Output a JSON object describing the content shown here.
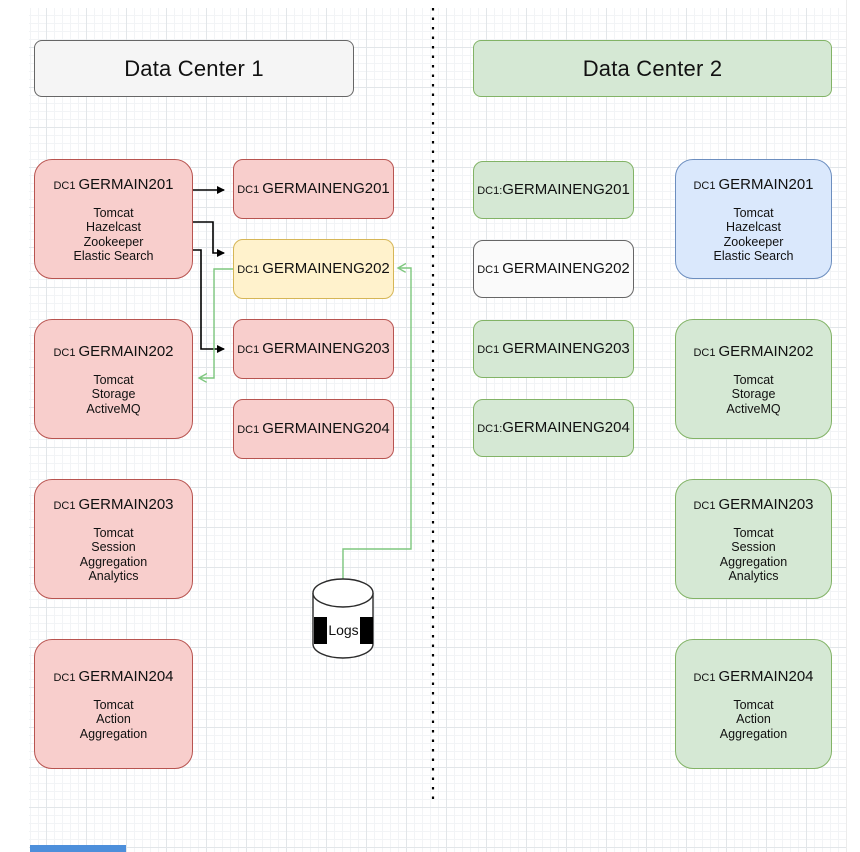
{
  "headers": {
    "dc1": "Data Center 1",
    "dc2": "Data Center 2"
  },
  "dc1_servers": [
    {
      "prefix": "DC1",
      "name": "GERMAIN201",
      "services": [
        "Tomcat",
        "Hazelcast",
        "Zookeeper",
        "Elastic Search"
      ]
    },
    {
      "prefix": "DC1",
      "name": "GERMAIN202",
      "services": [
        "Tomcat",
        "Storage",
        "ActiveMQ"
      ]
    },
    {
      "prefix": "DC1",
      "name": "GERMAIN203",
      "services": [
        "Tomcat",
        "Session",
        "Aggregation",
        "Analytics"
      ]
    },
    {
      "prefix": "DC1",
      "name": "GERMAIN204",
      "services": [
        "Tomcat",
        "Action",
        "Aggregation"
      ]
    }
  ],
  "dc1_eng": [
    {
      "prefix": "DC1",
      "name": "GERMAINENG201"
    },
    {
      "prefix": "DC1",
      "name": "GERMAINENG202"
    },
    {
      "prefix": "DC1",
      "name": "GERMAINENG203"
    },
    {
      "prefix": "DC1",
      "name": "GERMAINENG204"
    }
  ],
  "dc2_eng": [
    {
      "prefix": "DC1:",
      "name": "GERMAINENG201"
    },
    {
      "prefix": "DC1",
      "name": "GERMAINENG202"
    },
    {
      "prefix": "DC1",
      "name": "GERMAINENG203"
    },
    {
      "prefix": "DC1:",
      "name": "GERMAINENG204"
    }
  ],
  "dc2_servers": [
    {
      "prefix": "DC1",
      "name": "GERMAIN201",
      "services": [
        "Tomcat",
        "Hazelcast",
        "Zookeeper",
        "Elastic Search"
      ]
    },
    {
      "prefix": "DC1",
      "name": "GERMAIN202",
      "services": [
        "Tomcat",
        "Storage",
        "ActiveMQ"
      ]
    },
    {
      "prefix": "DC1",
      "name": "GERMAIN203",
      "services": [
        "Tomcat",
        "Session",
        "Aggregation",
        "Analytics"
      ]
    },
    {
      "prefix": "DC1",
      "name": "GERMAIN204",
      "services": [
        "Tomcat",
        "Action",
        "Aggregation"
      ]
    }
  ],
  "logs_label": "Logs",
  "colors": {
    "pink_fill": "#f8cecc",
    "pink_stroke": "#b85450",
    "yellow_fill": "#fff2cc",
    "yellow_stroke": "#d6b656",
    "green_fill": "#d5e8d4",
    "green_stroke": "#82b366",
    "blue_fill": "#dae8fc",
    "blue_stroke": "#6c8ebf",
    "gray_fill": "#f5f5f5",
    "gray_stroke": "#666666",
    "connector_black": "#000000",
    "connector_green": "#7ec77e",
    "partial_shape_blue": "#4d8fdb"
  }
}
